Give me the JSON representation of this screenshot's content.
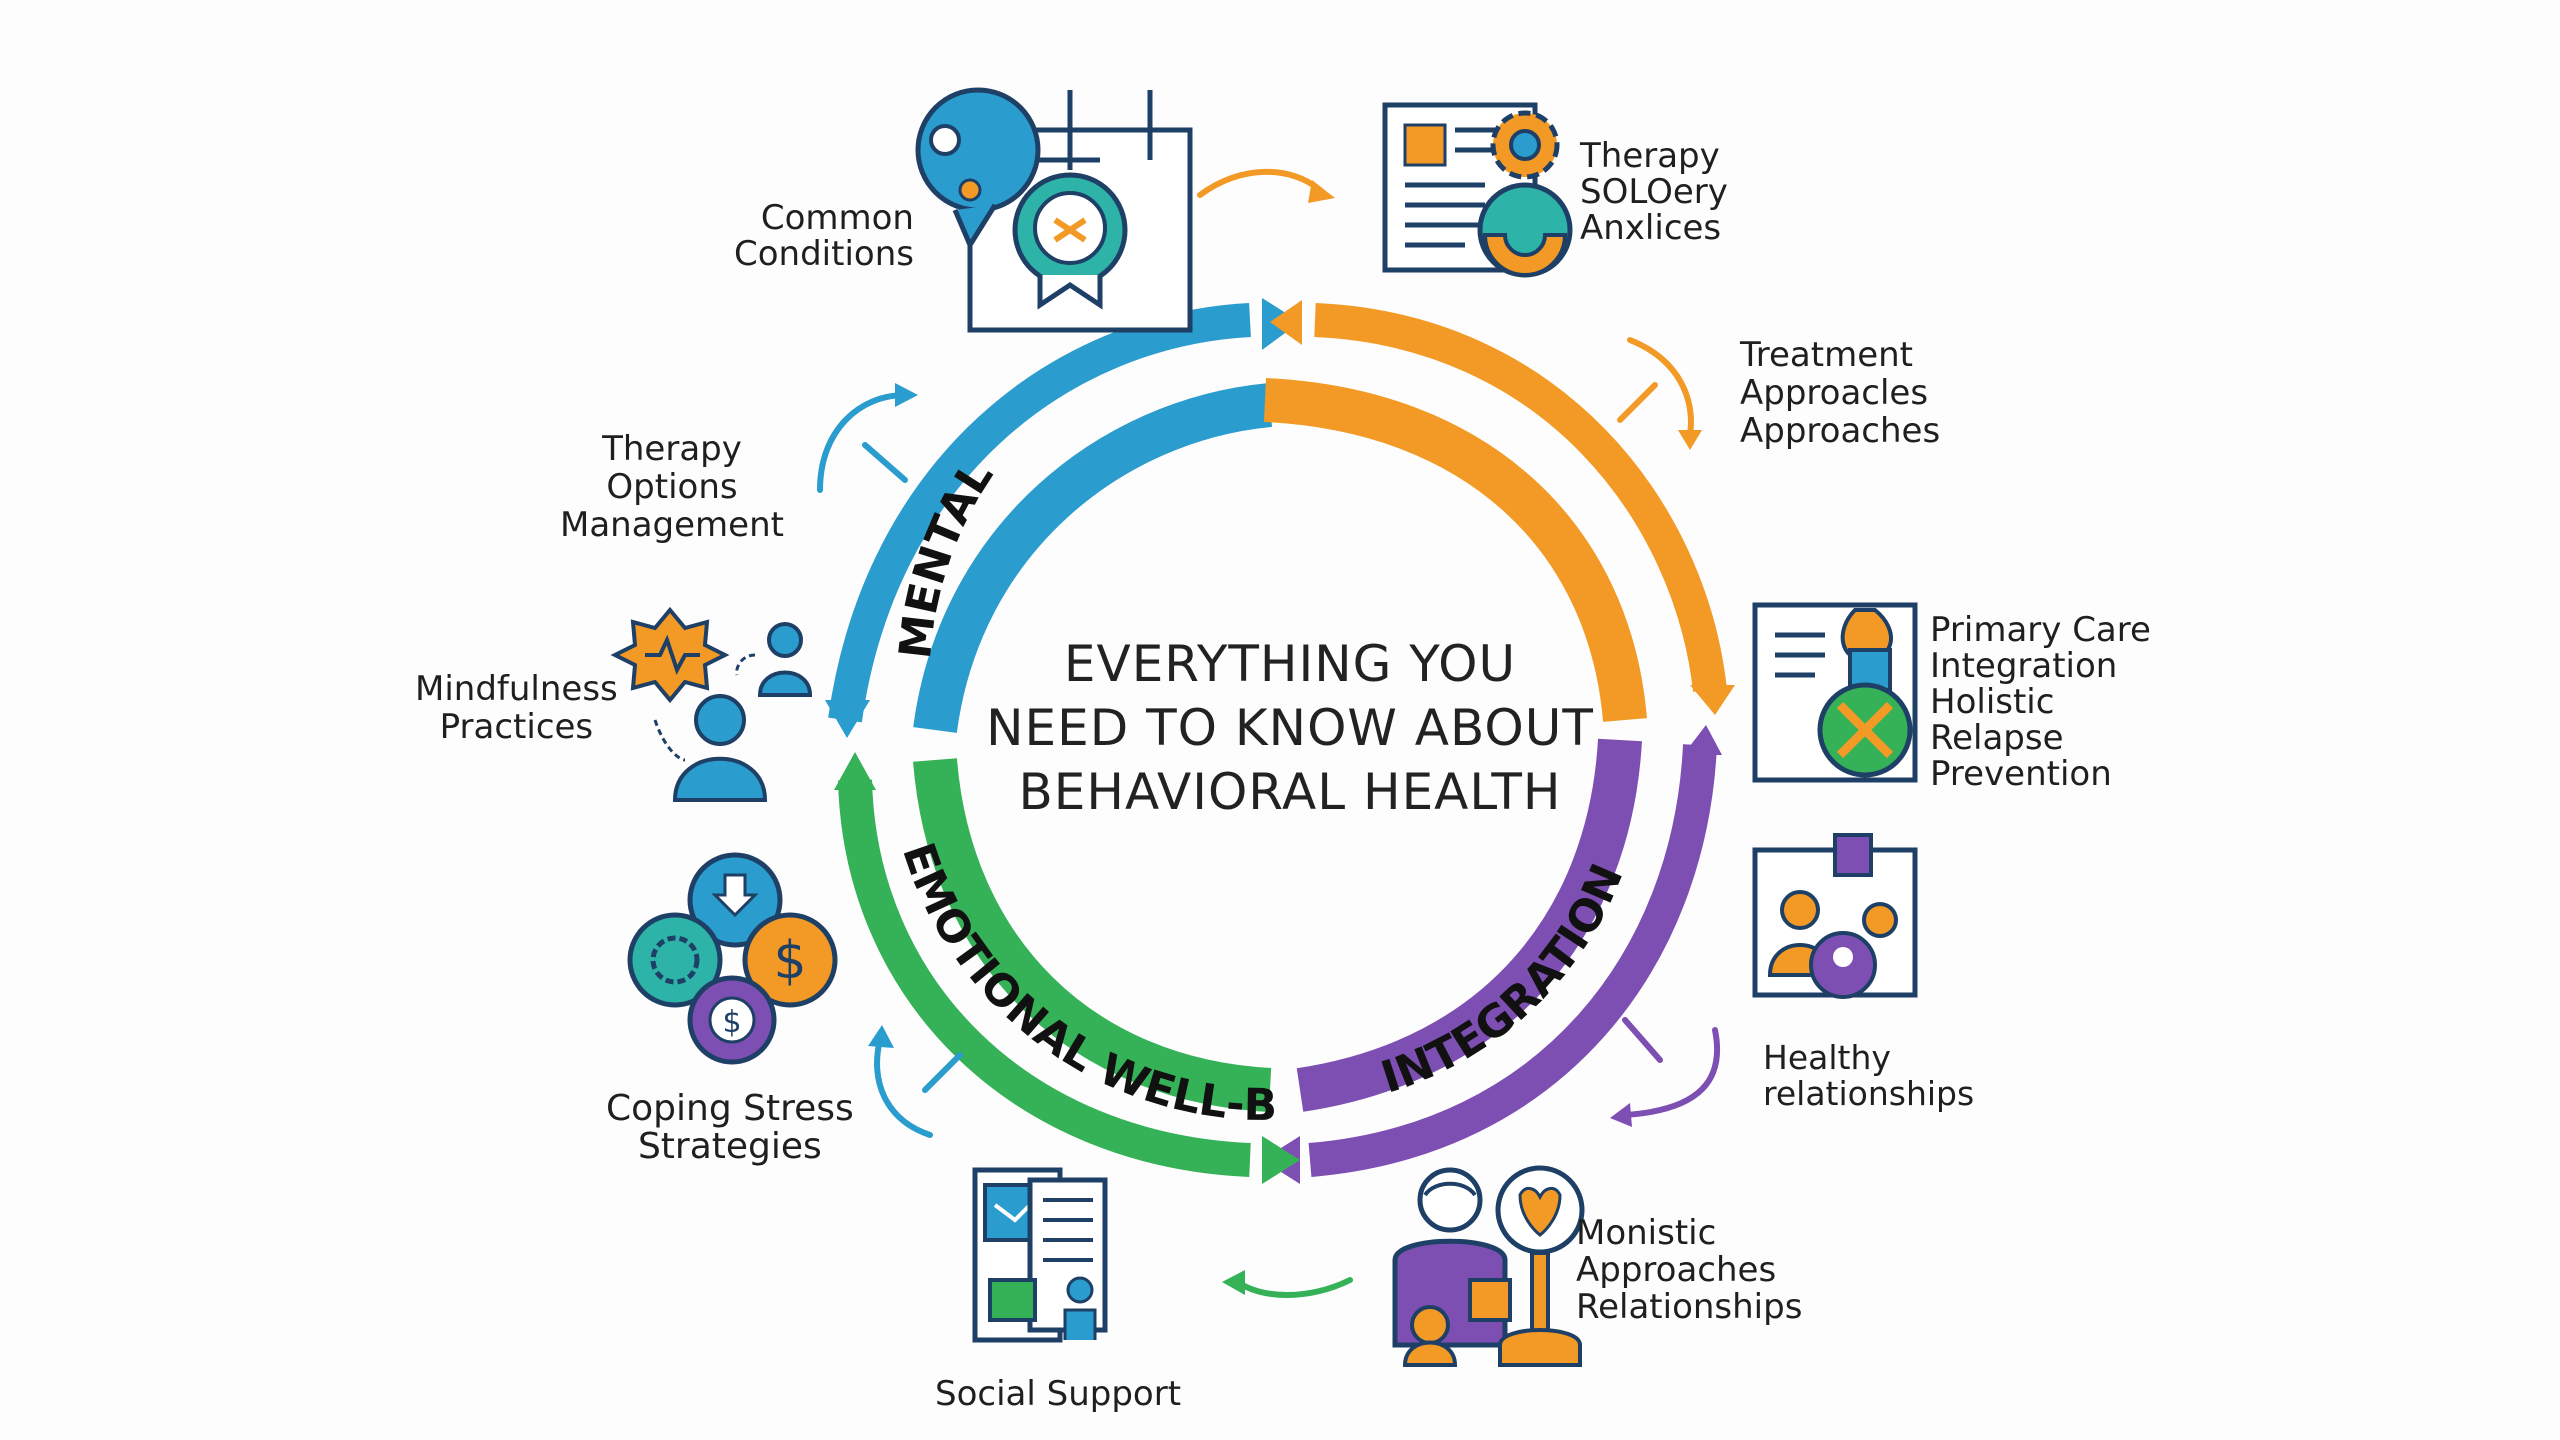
{
  "title_lines": [
    "EVERYTHING YOU",
    "NEED TO KNOW ABOUT",
    "BEHAVIORAL HEALTH"
  ],
  "ribbons": {
    "blue": "MENTAL",
    "green": "EMOTIONAL WELL-BEING",
    "purple": "INTEGRATION"
  },
  "colors": {
    "blue": "#2a9ccd",
    "orange": "#f29a25",
    "purple": "#7e4fb3",
    "green": "#35b158",
    "navy": "#1e3f66"
  },
  "labels": {
    "common_conditions": [
      "Common",
      "Conditions"
    ],
    "therapy_top": [
      "Therapy",
      "SOLOery",
      "Anxlices"
    ],
    "treatment": [
      "Treatment",
      "Approacles",
      "Approaches"
    ],
    "therapy_options": [
      "Therapy",
      "Options",
      "Management"
    ],
    "mindfulness": [
      "Mindfulness",
      "Practices"
    ],
    "primary_care": [
      "Primary Care",
      "Integration",
      "Holistic",
      "Relapse",
      "Prevention"
    ],
    "healthy_relationships": [
      "Healthy",
      "relationships"
    ],
    "coping": [
      "Coping Stress",
      "Strategies"
    ],
    "monistic": [
      "Monistic",
      "Approaches",
      "Relationships"
    ],
    "social_support": [
      "Social Support"
    ]
  },
  "icons": [
    "conditions-head-icon",
    "therapy-document-gear-icon",
    "primary-care-document-icon",
    "mindfulness-people-icon",
    "healthy-relationships-people-icon",
    "coping-coins-gear-icon",
    "monistic-person-magnifier-icon",
    "social-support-documents-icon"
  ]
}
